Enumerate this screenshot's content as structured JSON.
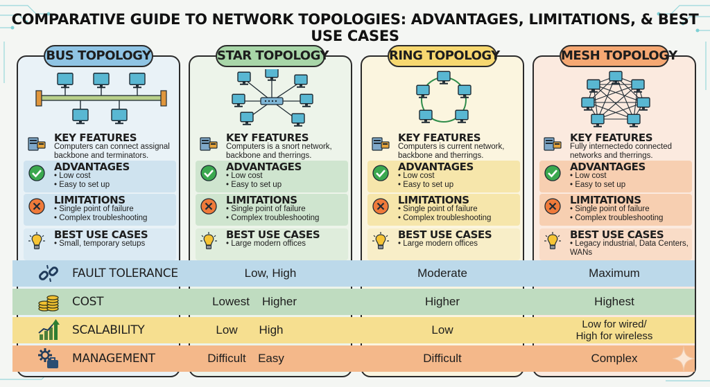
{
  "title": "COMPARATIVE GUIDE TO NETWORK TOPOLOGIES: ADVANTAGES, LIMITATIONS, & BEST USE CASES",
  "colors": {
    "blue": "#b9d6e8",
    "blue_header": "#8fc4e4",
    "green": "#bfdcc1",
    "green_header": "#a8d6a8",
    "yellow": "#f6df8f",
    "yellow_header": "#f7d870",
    "orange": "#f3b98a",
    "orange_header": "#f5a873",
    "background": "#f4f6f3"
  },
  "topologies": [
    {
      "name": "BUS TOPOLOGY",
      "features_title": "KEY FEATURES",
      "features": [
        "Computers can connect assignal",
        "backbone and terminators."
      ],
      "advantages_title": "ADVANTAGES",
      "advantages": [
        "• Low cost",
        "• Easy to set up"
      ],
      "limitations_title": "LIMITATIONS",
      "limitations": [
        "• Single point of failure",
        "• Complex troubleshooting"
      ],
      "use_title": "BEST USE CASES",
      "use_cases": [
        "• Small, temporary setups"
      ]
    },
    {
      "name": "STAR TOPOLOGY",
      "features_title": "KEY FEATURES",
      "features": [
        "Computers is a snort network,",
        "backbone and therrings."
      ],
      "advantages_title": "ADVANTAGES",
      "advantages": [
        "• Low cost",
        "• Easy to set up"
      ],
      "limitations_title": "LIMITATIONS",
      "limitations": [
        "• Single point of failure",
        "• Complex troubleshooting"
      ],
      "use_title": "BEST USE CASES",
      "use_cases": [
        "• Large modern offices"
      ]
    },
    {
      "name": "RING TOPOLOGY",
      "features_title": "KEY FEATURES",
      "features": [
        "Computers is current network,",
        "backbone and therrings."
      ],
      "advantages_title": "ADVANTAGES",
      "advantages": [
        "• Low cost",
        "• Easy to set up"
      ],
      "limitations_title": "LIMITATIONS",
      "limitations": [
        "• Single point of failure",
        "• Complex troubleshooting"
      ],
      "use_title": "BEST USE CASES",
      "use_cases": [
        "• Large modern offices"
      ]
    },
    {
      "name": "MESH TOPOLOGY",
      "features_title": "KEY FEATURES",
      "features": [
        "Fully internectedo connected",
        "networks and therrings."
      ],
      "advantages_title": "ADVANTAGES",
      "advantages": [
        "• Low cost",
        "• Easy to set up"
      ],
      "limitations_title": "LIMITATIONS",
      "limitations": [
        "• Single point of failure",
        "• Complex troubleshooting"
      ],
      "use_title": "BEST USE CASES",
      "use_cases": [
        "• Legacy industrial, Data Centers,",
        "WANs"
      ]
    }
  ],
  "comparison": [
    {
      "label": "FAULT TOLERANCE",
      "icon": "broken-link-icon",
      "bus_star": "Low, High",
      "ring": "Moderate",
      "mesh": "Maximum"
    },
    {
      "label": "COST",
      "icon": "coins-icon",
      "star_a": "Lowest",
      "star_b": "Higher",
      "ring": "Higher",
      "mesh": "Highest"
    },
    {
      "label": "SCALABILITY",
      "icon": "growth-chart-icon",
      "star_a": "Low",
      "star_b": "High",
      "ring": "Low",
      "mesh_a": "Low for wired/",
      "mesh_b": "High for wireless"
    },
    {
      "label": "MANAGEMENT",
      "icon": "gear-toolbox-icon",
      "star_a": "Difficult",
      "star_b": "Easy",
      "ring": "Difficult",
      "mesh": "Complex"
    }
  ]
}
